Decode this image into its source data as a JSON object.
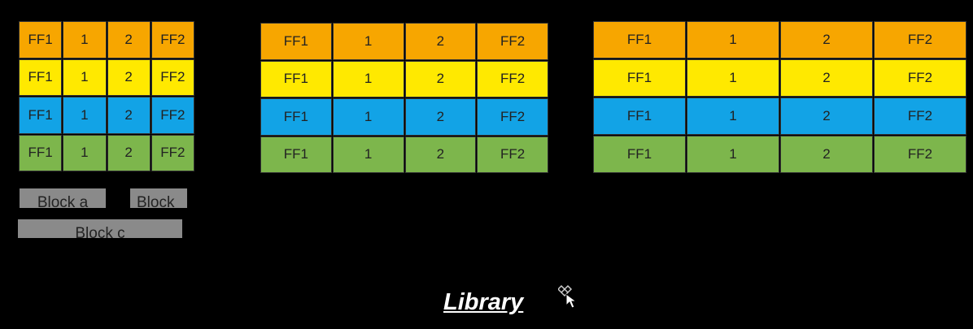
{
  "rows": [
    {
      "color": "#f7a600",
      "cells": [
        "FF1",
        "1",
        "2",
        "FF2"
      ]
    },
    {
      "color": "#ffe900",
      "cells": [
        "FF1",
        "1",
        "2",
        "FF2"
      ]
    },
    {
      "color": "#12a3e6",
      "cells": [
        "FF1",
        "1",
        "2",
        "FF2"
      ]
    },
    {
      "color": "#7db64c",
      "cells": [
        "FF1",
        "1",
        "2",
        "FF2"
      ]
    }
  ],
  "blocks": [
    "Block a",
    "Block b",
    "Block c"
  ],
  "title": "Library",
  "cursor_icon": "move-cursor-icon"
}
